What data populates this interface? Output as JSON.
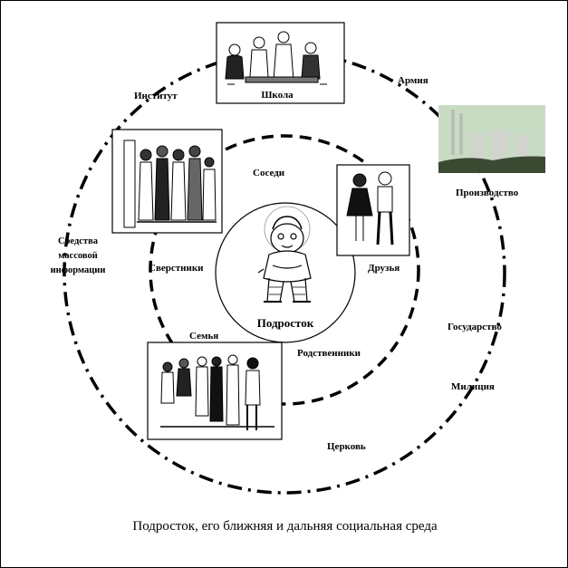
{
  "caption": "Подросток, его ближняя и дальняя социальная среда",
  "center": {
    "label": "Подросток"
  },
  "inner_ring": {
    "labels": {
      "neighbors": "Соседи",
      "peers": "Сверстники",
      "friends": "Друзья",
      "family": "Семья",
      "relatives": "Родственники"
    }
  },
  "outer_ring": {
    "labels": {
      "school": "Школа",
      "institute": "Институт",
      "army": "Армия",
      "production": "Производство",
      "media_line1": "Средства",
      "media_line2": "массовой",
      "media_line3": "информации",
      "state": "Государство",
      "police": "Милиция",
      "church": "Церковь"
    }
  },
  "colors": {
    "line": "#000000",
    "factory_sky": "#c8dcc4",
    "factory_ground": "#3c4a34",
    "tower": "#d0d4cc"
  },
  "icons": {
    "school": "school-group-illustration",
    "peers": "teen-crowd-illustration",
    "friends": "boy-girl-illustration",
    "family": "family-group-illustration",
    "teen": "teen-boy-illustration",
    "production": "factory-cooling-towers-photo"
  }
}
